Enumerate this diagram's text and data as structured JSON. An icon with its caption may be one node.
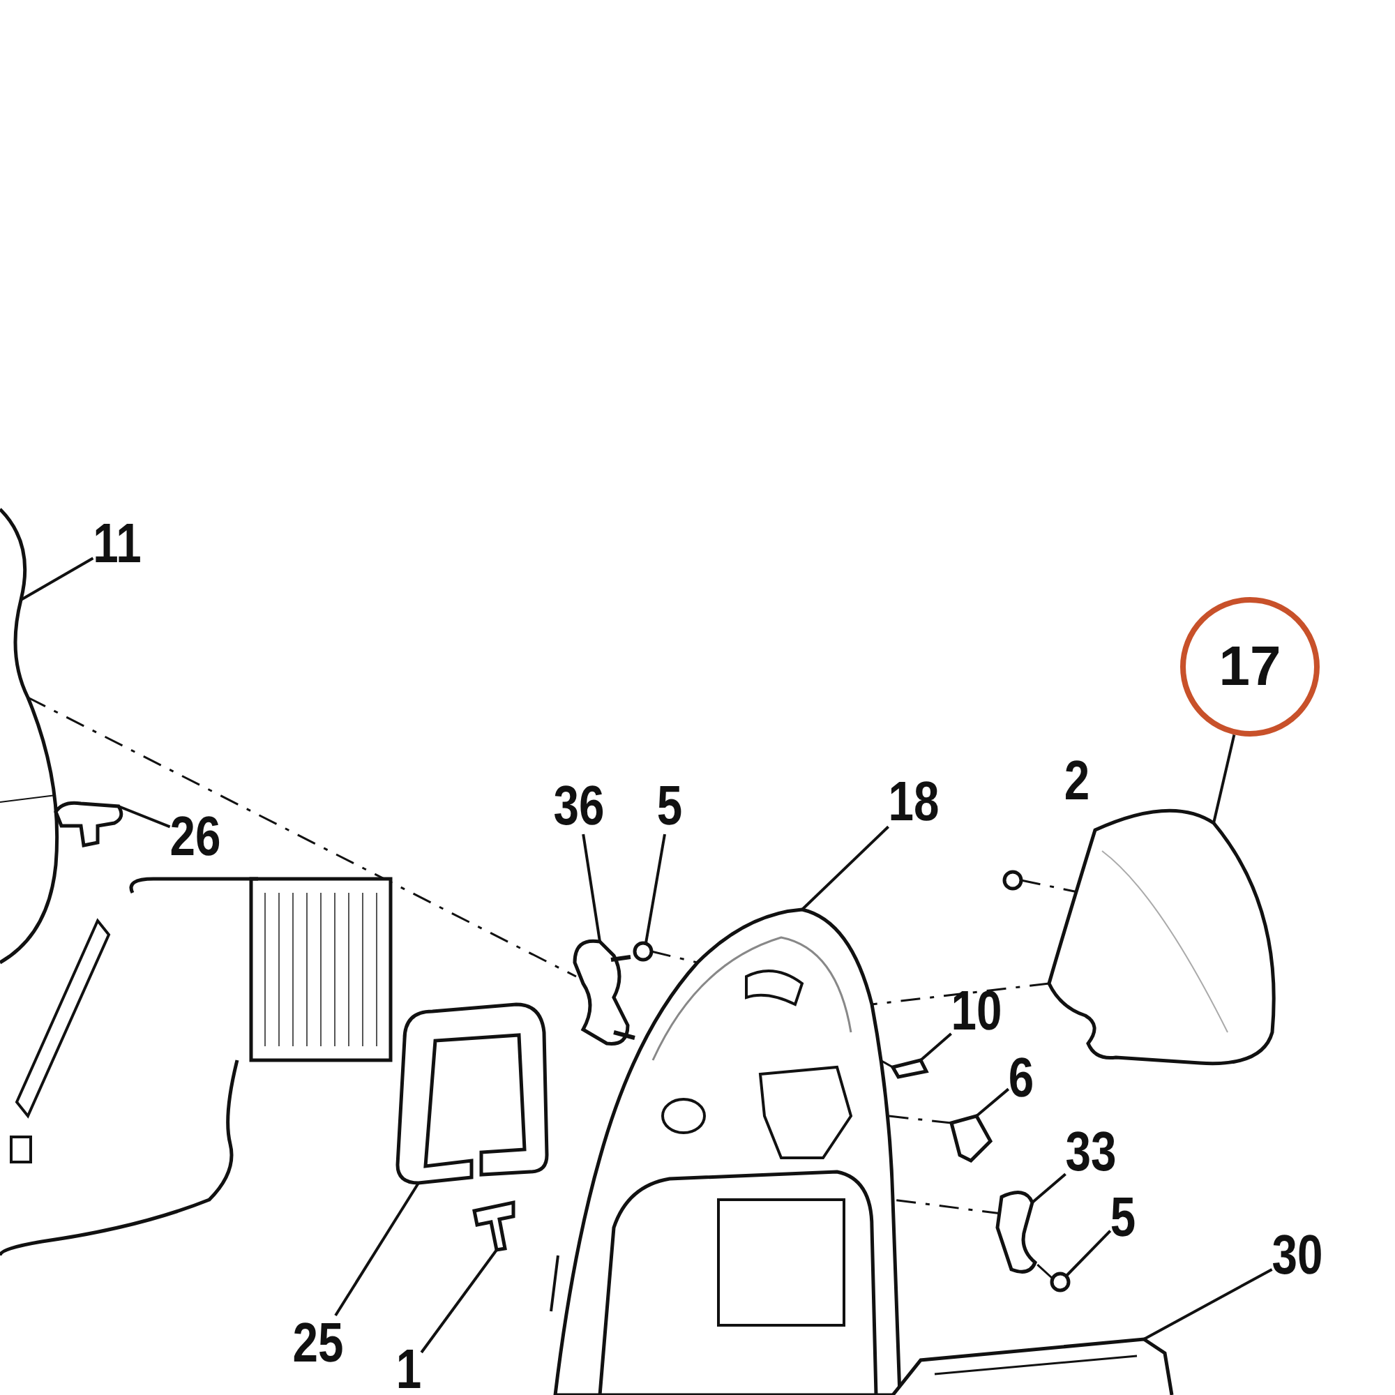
{
  "diagram": {
    "nodes": [
      {
        "text": [
          "11"
        ]
      },
      {
        "text": [],
        "shape": "picture"
      },
      {
        "text": [
          "26"
        ]
      },
      {
        "text": [],
        "shape": "picture"
      },
      {
        "text": [
          "36"
        ]
      },
      {
        "text": [],
        "shape": "picture"
      },
      {
        "text": [
          "5"
        ]
      },
      {
        "text": [],
        "shape": "circle"
      },
      {
        "text": [
          "18"
        ]
      },
      {
        "text": [],
        "shape": "picture"
      },
      {
        "text": [],
        "shape": "circle"
      },
      {
        "text": [
          "17"
        ]
      },
      {
        "text": [],
        "shape": "picture"
      },
      {
        "text": [
          "10"
        ]
      },
      {
        "text": [],
        "shape": "picture"
      },
      {
        "text": [
          "6"
        ]
      },
      {
        "text": [],
        "shape": "picture"
      },
      {
        "text": [
          "33"
        ]
      },
      {
        "text": [],
        "shape": "picture"
      },
      {
        "text": [
          "5"
        ]
      },
      {
        "text": [],
        "shape": "circle"
      },
      {
        "text": [
          "30"
        ]
      },
      {
        "text": [],
        "shape": "picture"
      },
      {
        "text": [
          "25"
        ]
      },
      {
        "text": [],
        "shape": "picture"
      },
      {
        "text": [
          "1"
        ]
      },
      {
        "text": [],
        "shape": "picture"
      }
    ],
    "edges": [
      {
        "from": 0,
        "to": 1,
        "arrow": "none"
      },
      {
        "from": 2,
        "to": 3,
        "arrow": "none"
      },
      {
        "from": 4,
        "to": 5,
        "arrow": "none"
      },
      {
        "from": 6,
        "to": 7,
        "arrow": "none"
      },
      {
        "from": 8,
        "to": 9,
        "arrow": "none"
      },
      {
        "from": 11,
        "to": 12,
        "arrow": "none"
      },
      {
        "from": 13,
        "to": 14,
        "arrow": "none"
      },
      {
        "from": 15,
        "to": 16,
        "arrow": "none"
      },
      {
        "from": 17,
        "to": 18,
        "arrow": "none"
      },
      {
        "from": 19,
        "to": 20,
        "arrow": "none"
      },
      {
        "from": 21,
        "to": 22,
        "arrow": "none"
      },
      {
        "from": 23,
        "to": 24,
        "arrow": "none"
      },
      {
        "from": 25,
        "to": 26,
        "arrow": "none"
      },
      {
        "from": 1,
        "to": 5,
        "arrow": "none",
        "style": "dashed"
      },
      {
        "from": 7,
        "to": 9,
        "arrow": "none",
        "style": "dashed"
      },
      {
        "from": 10,
        "to": 12,
        "arrow": "none",
        "style": "dashed"
      },
      {
        "from": 12,
        "to": 9,
        "arrow": "none",
        "style": "dashed"
      },
      {
        "from": 14,
        "to": 9,
        "arrow": "none",
        "style": "dashed"
      },
      {
        "from": 16,
        "to": 9,
        "arrow": "none",
        "style": "dashed"
      },
      {
        "from": 18,
        "to": 9,
        "arrow": "none",
        "style": "dashed"
      },
      {
        "from": 20,
        "to": 18,
        "arrow": "none",
        "style": "dashed"
      }
    ],
    "labels": [
      "2"
    ]
  }
}
